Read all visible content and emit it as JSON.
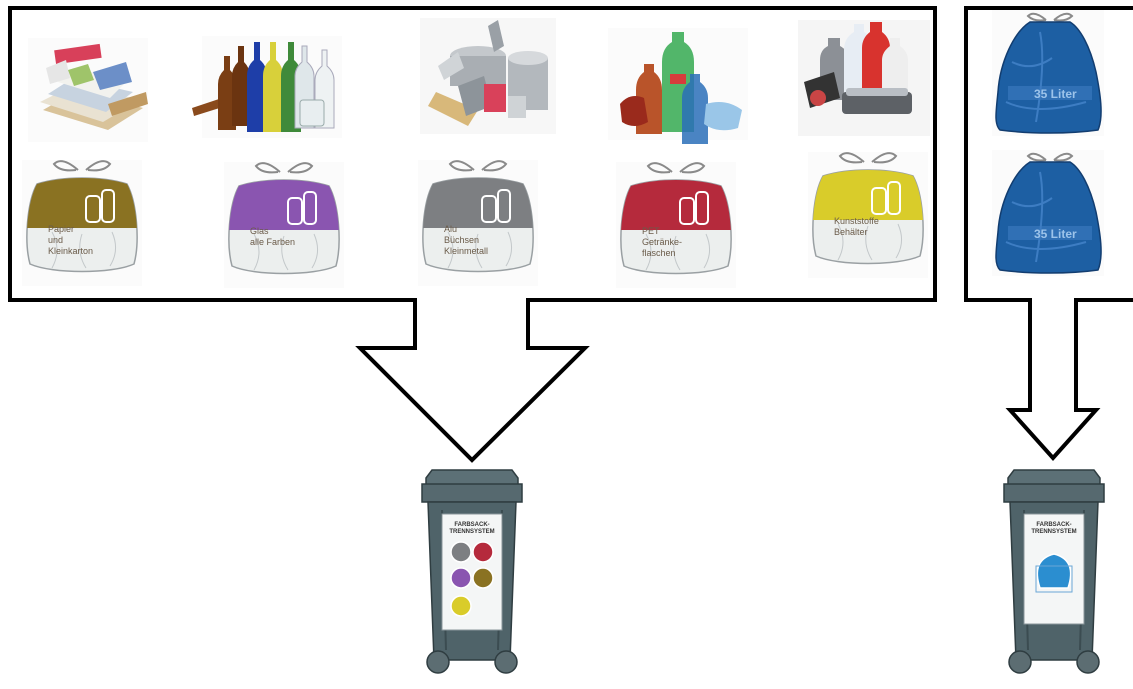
{
  "colors": {
    "paper_bag": "#8a7222",
    "glass_bag": "#8a55b0",
    "metal_bag": "#7d7f82",
    "pet_bag": "#b52a3c",
    "plastic_bag": "#d9cc2a",
    "residual_bag": "#1d5fa3",
    "bin_body": "#4f6369",
    "outline": "#000000"
  },
  "recycling_bags": [
    {
      "line1": "Papier",
      "line2": "und",
      "line3": "Kleinkarton"
    },
    {
      "line1": "Glas",
      "line2": "alle Farben",
      "line3": ""
    },
    {
      "line1": "Alu",
      "line2": "Büchsen",
      "line3": "Kleinmetall"
    },
    {
      "line1": "PET",
      "line2": "Getränke-",
      "line3": "flaschen"
    },
    {
      "line1": "Kunststoffe",
      "line2": "Behälter",
      "line3": ""
    }
  ],
  "residual_bags": [
    {
      "label": "35 Liter"
    },
    {
      "label": "35 Liter"
    }
  ],
  "bins": [
    {
      "sign_line1": "FARBSACK-",
      "sign_line2": "TRENNSYSTEM"
    },
    {
      "sign_line1": "FARBSACK-",
      "sign_line2": "TRENNSYSTEM"
    }
  ],
  "icons": [
    "paper-cardboard-pile-icon",
    "glass-bottles-icon",
    "metal-cans-icon",
    "pet-bottles-icon",
    "plastic-containers-icon"
  ]
}
